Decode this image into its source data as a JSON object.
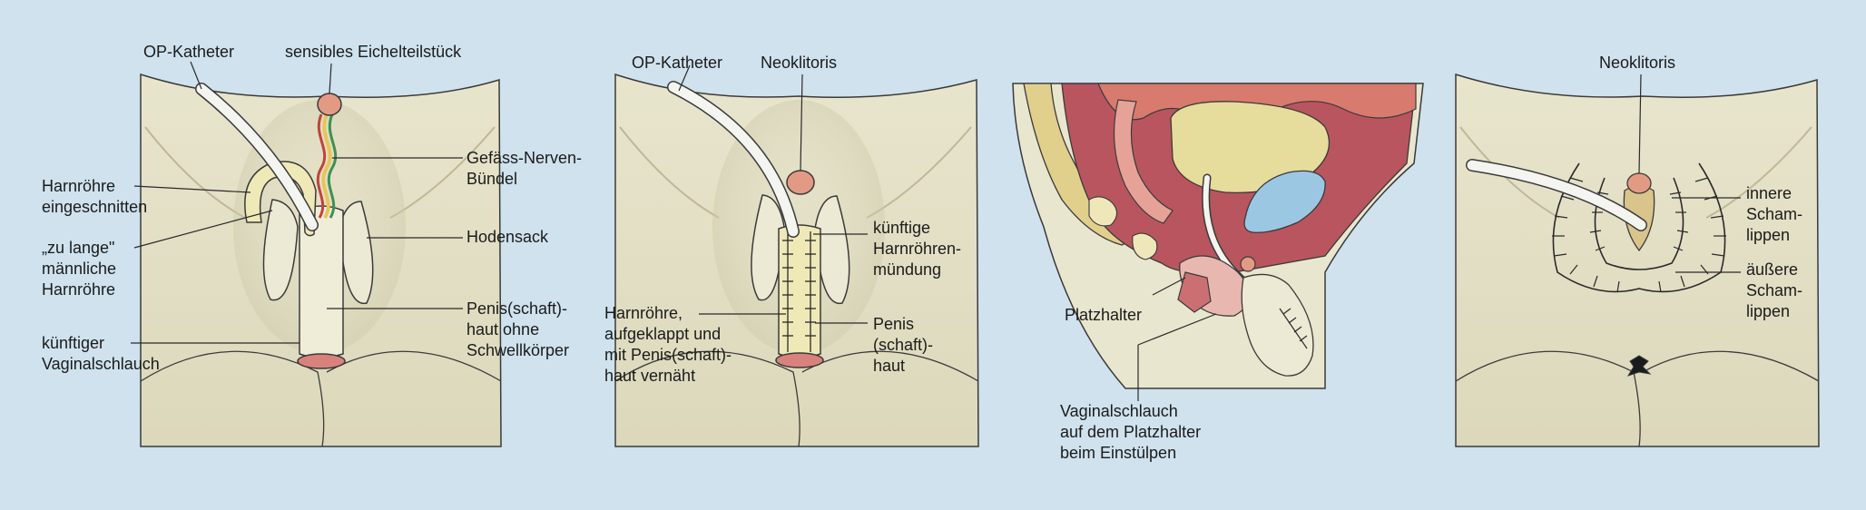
{
  "panels": [
    {
      "labels": {
        "op_katheter": "OP-Katheter",
        "eichel": "sensibles Eichelteilstück",
        "harnroehre": "Harnröhre\neingeschnitten",
        "zu_lange": "„zu lange\"\nmännliche\nHarnröhre",
        "vaginalschlauch": "künftiger\nVaginalschlauch",
        "gefaess": "Gefäss-Nerven-\nBündel",
        "hodensack": "Hodensack",
        "penishaut": "Penis(schaft)-\nhaut ohne\nSchwellkörper"
      }
    },
    {
      "labels": {
        "op_katheter": "OP-Katheter",
        "neoklitoris": "Neoklitoris",
        "muendung": "künftige\nHarnröhren-\nmündung",
        "harnroehre_vernaeht": "Harnröhre,\naufgeklappt und\nmit Penis(schaft)-\nhaut vernäht",
        "penishaut": "Penis\n(schaft)-\nhaut"
      }
    },
    {
      "labels": {
        "platzhalter": "Platzhalter",
        "vaginalschlauch_einstuelpen": "Vaginalschlauch\nauf dem Platzhalter\nbeim Einstülpen"
      }
    },
    {
      "labels": {
        "neoklitoris": "Neoklitoris",
        "innere": "innere\nScham-\nlippen",
        "aeussere": "äußere\nScham-\nlippen"
      }
    }
  ],
  "colors": {
    "background": "#cfe2ee",
    "skin": "#e9e6cf",
    "skin_shadow": "#cfcaa9",
    "catheter": "#f4f4f0",
    "glans": "#e39a85",
    "nerve_yellow": "#e5c65a",
    "nerve_green": "#3e8f55",
    "nerve_red": "#c0443a",
    "tissue_red": "#b9555e",
    "bladder_blue": "#9cc7e3"
  }
}
